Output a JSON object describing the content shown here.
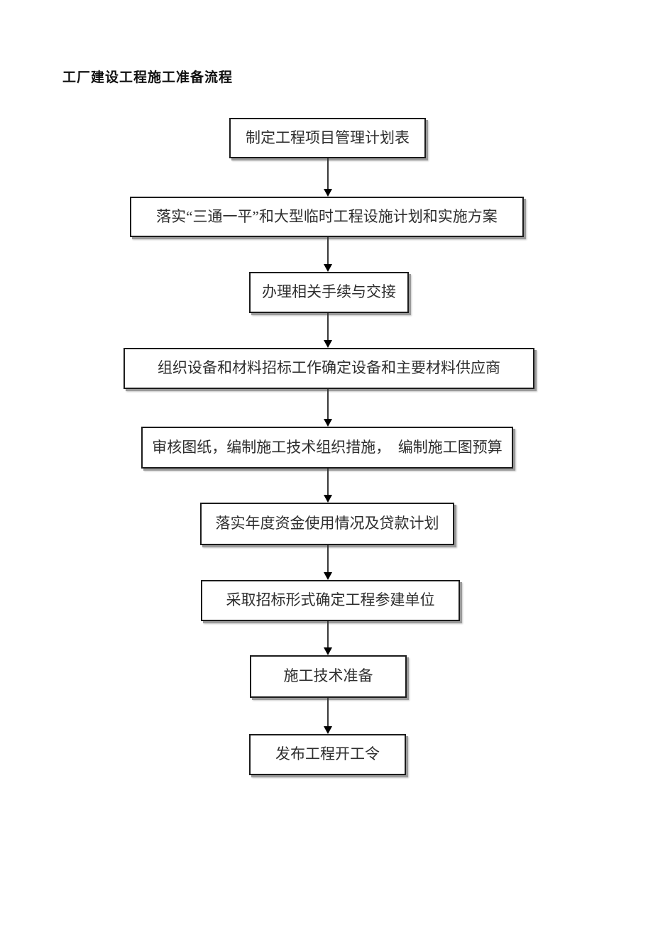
{
  "title": "工厂建设工程施工准备流程",
  "flowchart": {
    "type": "top-down-flow",
    "connector": "arrow-down",
    "colors": {
      "background": "#ffffff",
      "box_border": "#1c1c1c",
      "box_shadow": "#9a9a9a",
      "text": "#2e2e2e",
      "arrow": "#000000"
    },
    "steps": [
      {
        "label": "制定工程项目管理计划表"
      },
      {
        "label": "落实“三通一平”和大型临时工程设施计划和实施方案"
      },
      {
        "label": "办理相关手续与交接"
      },
      {
        "label": "组织设备和材料招标工作确定设备和主要材料供应商"
      },
      {
        "label": "审核图纸，编制施工技术组织措施，　编制施工图预算"
      },
      {
        "label": "落实年度资金使用情况及贷款计划"
      },
      {
        "label": "采取招标形式确定工程参建单位"
      },
      {
        "label": "施工技术准备"
      },
      {
        "label": "发布工程开工令"
      }
    ]
  }
}
